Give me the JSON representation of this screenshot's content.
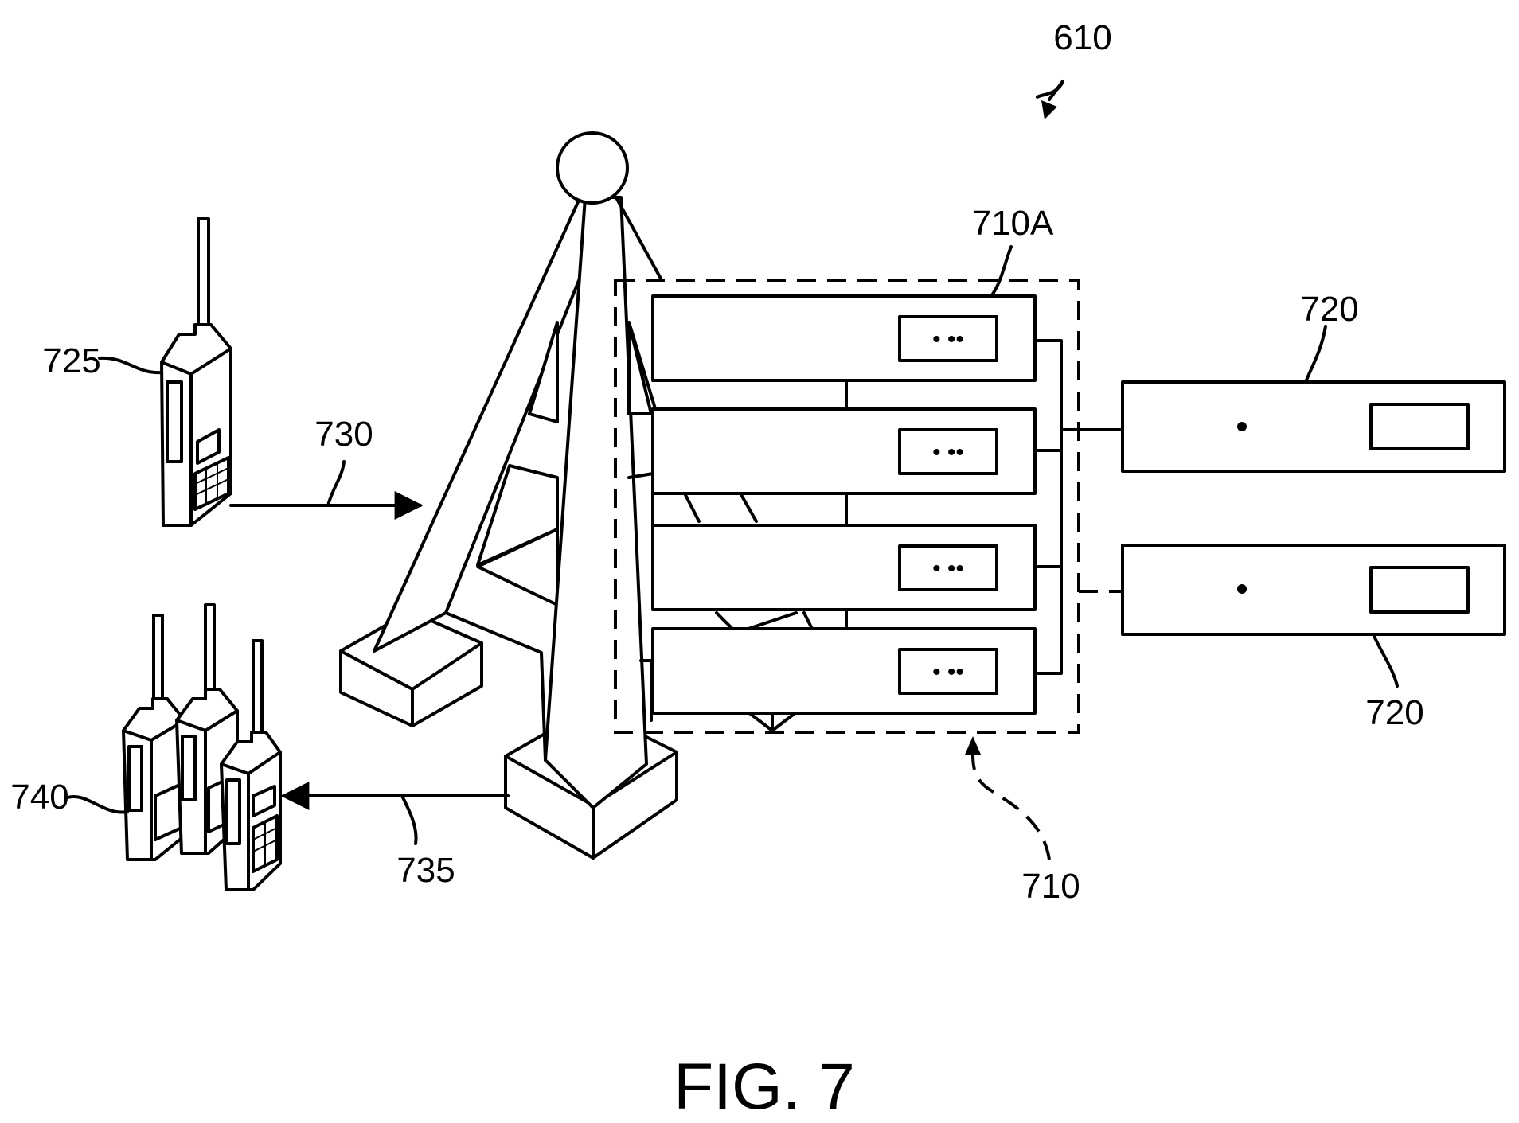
{
  "figure": {
    "caption": "FIG. 7",
    "labels": {
      "system": "610",
      "unit_top": "710A",
      "unit_group": "710",
      "console_top": "720",
      "console_bottom": "720",
      "radio_single": "725",
      "radio_group": "740",
      "uplink": "730",
      "downlink": "735"
    },
    "unit_display_text": "• ••",
    "colors": {
      "ink": "#000000",
      "paper": "#ffffff"
    }
  }
}
